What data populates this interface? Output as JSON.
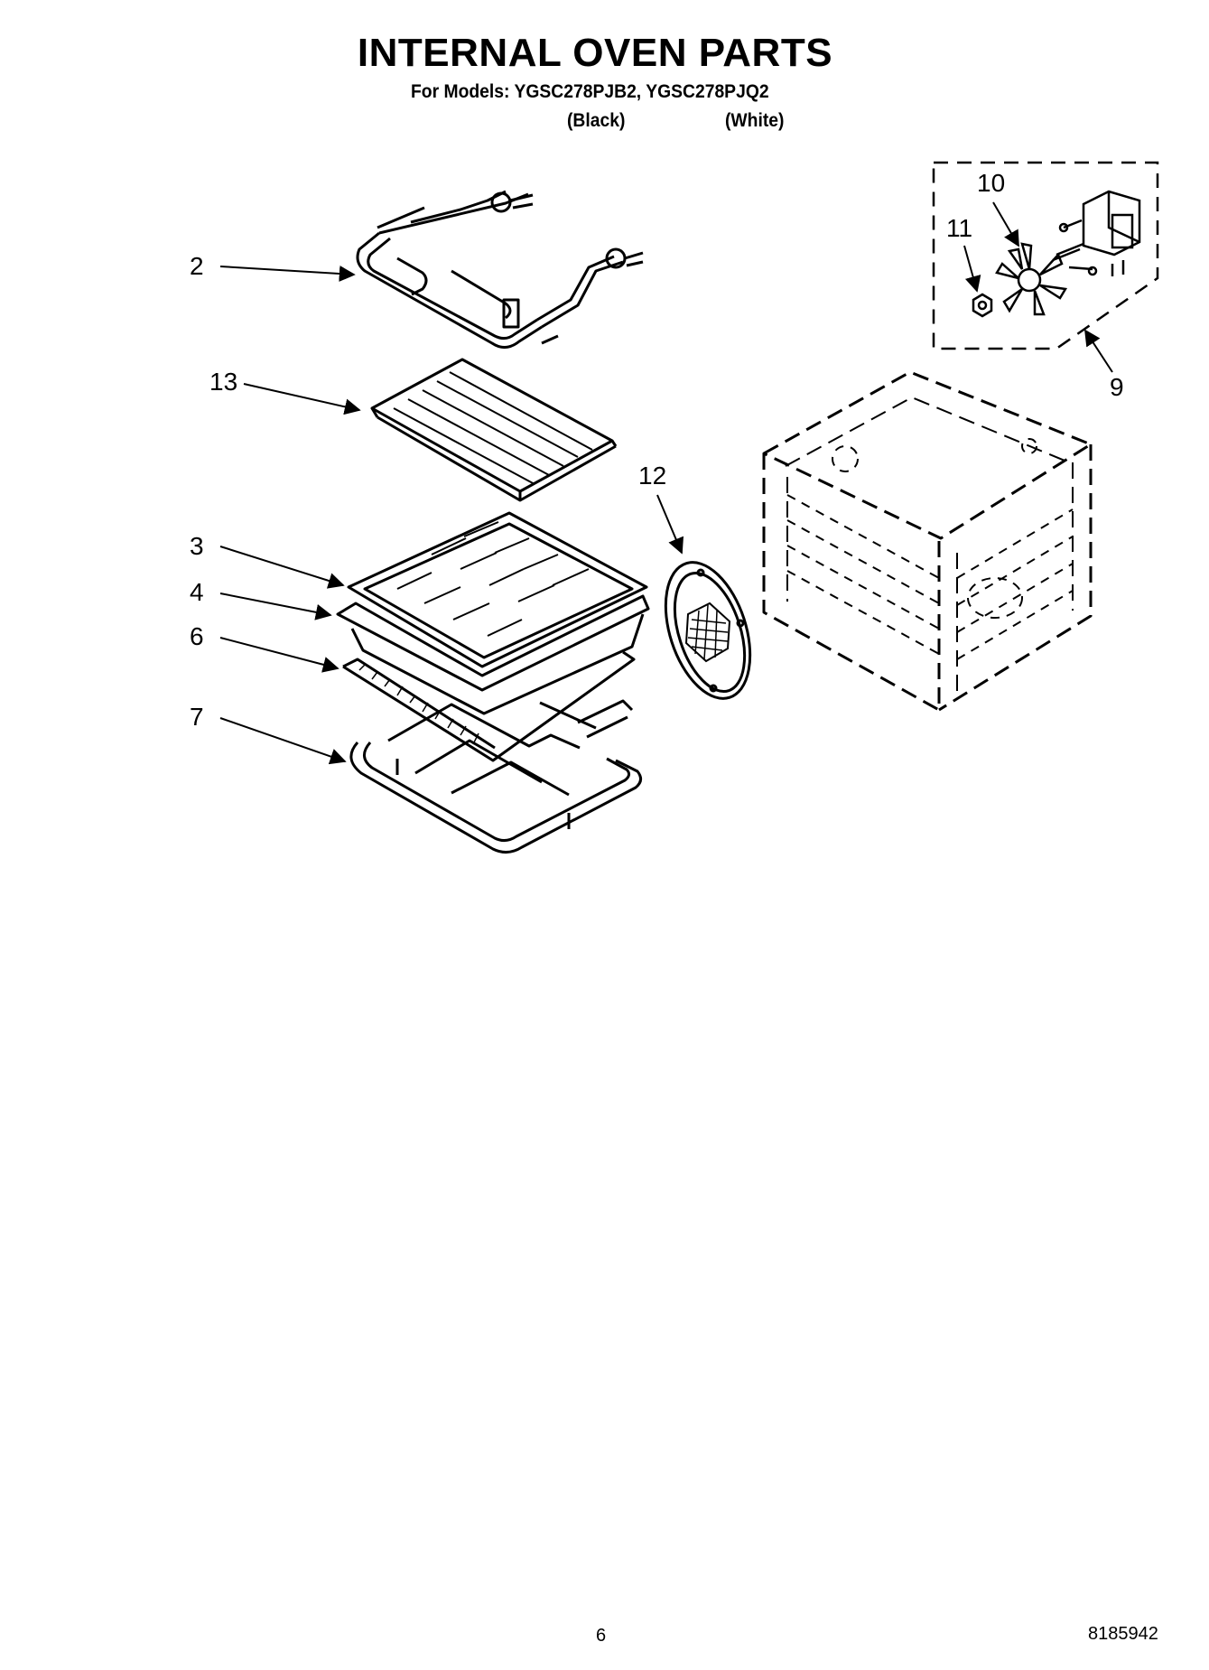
{
  "header": {
    "title": "INTERNAL OVEN PARTS",
    "models": "For Models: YGSC278PJB2, YGSC278PJQ2",
    "variant_black": "(Black)",
    "variant_white": "(White)"
  },
  "callouts": {
    "c2": "2",
    "c13": "13",
    "c3": "3",
    "c4": "4",
    "c6": "6",
    "c7": "7",
    "c12": "12",
    "c10": "10",
    "c11": "11",
    "c9": "9"
  },
  "footer": {
    "page_number": "6",
    "document_number": "8185942"
  }
}
